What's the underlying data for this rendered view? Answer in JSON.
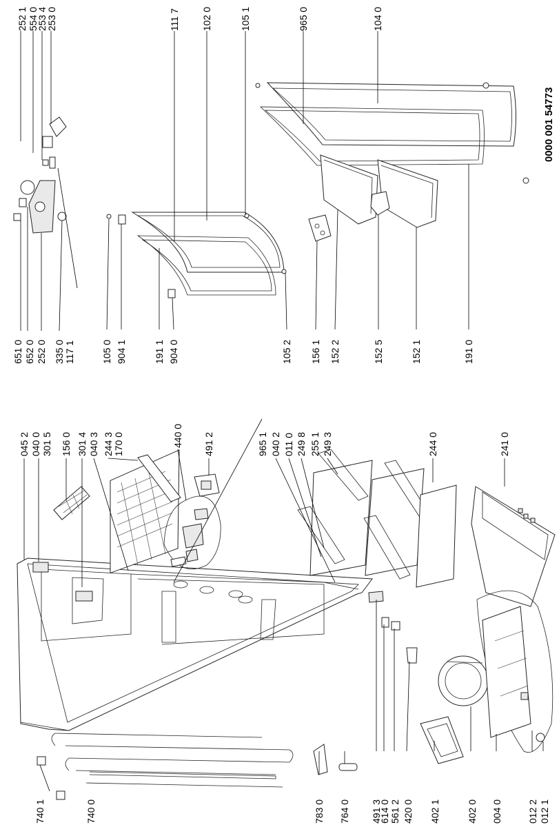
{
  "document_number": "0000 001 54773",
  "part_labels": {
    "top_right": [
      "252 1",
      "554 0",
      "253 4",
      "253 0",
      "111 7",
      "102 0",
      "105 1",
      "965 0",
      "104 0"
    ],
    "mid_right": [
      "651 0",
      "652 0",
      "252 0",
      "335 0",
      "117 1",
      "105 0",
      "904 1",
      "191 1",
      "904 0",
      "105 2",
      "156 1",
      "152 2",
      "152 5",
      "152 1",
      "191 0"
    ],
    "top_left": [
      "045 2",
      "040 0",
      "301 5",
      "156 0",
      "301 4",
      "040 3",
      "244 3",
      "170 0",
      "440 0",
      "491 2",
      "965 1",
      "040 2",
      "011 0",
      "249 8",
      "255 1",
      "249 3",
      "244 0",
      "241 0"
    ],
    "bottom_left": [
      "740 1",
      "740 0",
      "783 0",
      "764 0",
      "491 3",
      "614 0",
      "561 2",
      "420 0",
      "402 1",
      "402 0",
      "004 0",
      "012 2",
      "012 1"
    ]
  }
}
